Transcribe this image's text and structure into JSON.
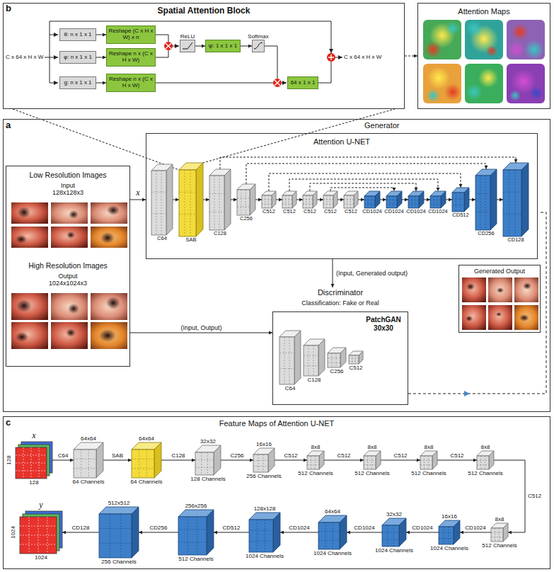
{
  "diagram": {
    "nodes": [
      {
        "text": [
          "Spatial Attention Block"
        ]
      },
      {
        "text": [
          "θ: n x 1 x 1"
        ],
        "in": 0
      },
      {
        "text": [
          "φ: n x 1 x 1"
        ],
        "in": 0
      },
      {
        "text": [
          "g: n x 1 x 1"
        ],
        "in": 0
      },
      {
        "text": [
          "Reshape (C x H x W) x n"
        ],
        "in": 0
      },
      {
        "text": [
          "Reshape n x (C x H x W)"
        ],
        "in": 0
      },
      {
        "text": [
          "Reshape n x (C x H x W)"
        ],
        "in": 0
      },
      {
        "text": [
          "ReLU"
        ],
        "in": 0
      },
      {
        "text": [
          "ψ: 1 x 1 x 1"
        ],
        "in": 0
      },
      {
        "text": [
          "Softmax"
        ],
        "in": 0
      },
      {
        "text": [
          "64 x 1 x 1"
        ],
        "in": 0
      },
      {
        "text": [
          "Attention Maps"
        ]
      },
      {
        "text": [
          "Generator"
        ]
      },
      {
        "text": [
          "Low Resolution Images",
          "Input 128x128x3",
          "High Resolution Images",
          "Output 1024x1024x3"
        ],
        "in": 12
      },
      {
        "text": [
          "Attention U-NET"
        ],
        "in": 12
      },
      {
        "text": [
          "C64"
        ],
        "in": 14
      },
      {
        "text": [
          "SAB"
        ],
        "in": 14
      },
      {
        "text": [
          "C128"
        ],
        "in": 14
      },
      {
        "text": [
          "C256"
        ],
        "in": 14
      },
      {
        "text": [
          "C512"
        ],
        "in": 14
      },
      {
        "text": [
          "C512"
        ],
        "in": 14
      },
      {
        "text": [
          "C512"
        ],
        "in": 14
      },
      {
        "text": [
          "C512"
        ],
        "in": 14
      },
      {
        "text": [
          "C512"
        ],
        "in": 14
      },
      {
        "text": [
          "CD1024"
        ],
        "in": 14
      },
      {
        "text": [
          "CD1024"
        ],
        "in": 14
      },
      {
        "text": [
          "CD1024"
        ],
        "in": 14
      },
      {
        "text": [
          "CD1024"
        ],
        "in": 14
      },
      {
        "text": [
          "CD512"
        ],
        "in": 14
      },
      {
        "text": [
          "CD256"
        ],
        "in": 14
      },
      {
        "text": [
          "CD128"
        ],
        "in": 14
      },
      {
        "text": [
          "Discriminator",
          "Classification: Fake or Real",
          "PatchGAN 30x30"
        ],
        "in": 12
      },
      {
        "text": [
          "C64"
        ],
        "in": 31
      },
      {
        "text": [
          "C128"
        ],
        "in": 31
      },
      {
        "text": [
          "C256"
        ],
        "in": 31
      },
      {
        "text": [
          "C512"
        ],
        "in": 31
      },
      {
        "text": [
          "Generated Output"
        ],
        "in": 12
      },
      {
        "text": [
          "Feature Maps of Attention U-NET"
        ]
      },
      {
        "text": [
          "x",
          "128",
          "128"
        ],
        "in": 37
      },
      {
        "text": [
          "64x64",
          "64 Channels"
        ],
        "in": 37
      },
      {
        "text": [
          "64x64",
          "64 Channels"
        ],
        "in": 37
      },
      {
        "text": [
          "32x32",
          "128 Channels"
        ],
        "in": 37
      },
      {
        "text": [
          "16x16",
          "256 Channels"
        ],
        "in": 37
      },
      {
        "text": [
          "8x8",
          "512 Channels"
        ],
        "in": 37
      },
      {
        "text": [
          "8x8",
          "512 Channels"
        ],
        "in": 37
      },
      {
        "text": [
          "8x8",
          "512 Channels"
        ],
        "in": 37
      },
      {
        "text": [
          "8x8",
          "512 Channels"
        ],
        "in": 37
      },
      {
        "text": [
          "y",
          "1024",
          "1024"
        ],
        "in": 37
      },
      {
        "text": [
          "512x512",
          "256 Channels"
        ],
        "in": 37
      },
      {
        "text": [
          "256x256",
          "512 Channels"
        ],
        "in": 37
      },
      {
        "text": [
          "128x128",
          "1024 Channels"
        ],
        "in": 37
      },
      {
        "text": [
          "64x64",
          "1024 Channels"
        ],
        "in": 37
      },
      {
        "text": [
          "32x32",
          "1024 Channels"
        ],
        "in": 37
      },
      {
        "text": [
          "16x16",
          "1024 Channels"
        ],
        "in": 37
      },
      {
        "text": [
          "8x8",
          "512 Channels"
        ],
        "in": 37
      }
    ],
    "edges": [
      {
        "from": 1,
        "to": 4,
        "arrow": "to"
      },
      {
        "from": 2,
        "to": 5,
        "arrow": "to"
      },
      {
        "from": 3,
        "to": 6,
        "arrow": "to"
      },
      {
        "from": 7,
        "to": 8,
        "arrow": "to"
      },
      {
        "from": 8,
        "to": 9,
        "arrow": "to"
      },
      {
        "from": 0,
        "to": 11,
        "arrow": "to"
      },
      {
        "from": 0,
        "to": 16,
        "arrow": "none"
      },
      {
        "from": 13,
        "to": 14,
        "label": "x",
        "arrow": "to"
      },
      {
        "from": 15,
        "to": 16,
        "arrow": "to"
      },
      {
        "from": 16,
        "to": 17,
        "arrow": "to"
      },
      {
        "from": 17,
        "to": 18,
        "arrow": "to"
      },
      {
        "from": 18,
        "to": 19,
        "arrow": "to"
      },
      {
        "from": 19,
        "to": 20,
        "arrow": "to"
      },
      {
        "from": 20,
        "to": 21,
        "arrow": "to"
      },
      {
        "from": 21,
        "to": 22,
        "arrow": "to"
      },
      {
        "from": 22,
        "to": 23,
        "arrow": "to"
      },
      {
        "from": 23,
        "to": 24,
        "arrow": "to"
      },
      {
        "from": 24,
        "to": 25,
        "arrow": "to"
      },
      {
        "from": 25,
        "to": 26,
        "arrow": "to"
      },
      {
        "from": 26,
        "to": 27,
        "arrow": "to"
      },
      {
        "from": 27,
        "to": 28,
        "arrow": "to"
      },
      {
        "from": 28,
        "to": 29,
        "arrow": "to"
      },
      {
        "from": 29,
        "to": 30,
        "arrow": "to"
      },
      {
        "from": 17,
        "to": 30,
        "arrow": "to"
      },
      {
        "from": 18,
        "to": 29,
        "arrow": "to"
      },
      {
        "from": 19,
        "to": 28,
        "arrow": "to"
      },
      {
        "from": 20,
        "to": 27,
        "arrow": "to"
      },
      {
        "from": 21,
        "to": 26,
        "arrow": "to"
      },
      {
        "from": 22,
        "to": 25,
        "arrow": "to"
      },
      {
        "from": 14,
        "to": 31,
        "label": "(Input, Generated output)",
        "arrow": "to"
      },
      {
        "from": 13,
        "to": 31,
        "label": "(Input, Output)",
        "arrow": "to"
      },
      {
        "from": 38,
        "to": 39,
        "label": "C64",
        "arrow": "to"
      },
      {
        "from": 39,
        "to": 40,
        "label": "SAB",
        "arrow": "to"
      },
      {
        "from": 40,
        "to": 41,
        "label": "C128",
        "arrow": "to"
      },
      {
        "from": 41,
        "to": 42,
        "label": "C256",
        "arrow": "to"
      },
      {
        "from": 42,
        "to": 43,
        "label": "C512",
        "arrow": "to"
      },
      {
        "from": 43,
        "to": 44,
        "label": "C512",
        "arrow": "to"
      },
      {
        "from": 44,
        "to": 45,
        "label": "C512",
        "arrow": "to"
      },
      {
        "from": 45,
        "to": 46,
        "label": "C512",
        "arrow": "to"
      },
      {
        "from": 46,
        "to": 54,
        "label": "C512",
        "arrow": "to"
      },
      {
        "from": 54,
        "to": 53,
        "label": "CD1024",
        "arrow": "to"
      },
      {
        "from": 53,
        "to": 52,
        "label": "CD1024",
        "arrow": "to"
      },
      {
        "from": 52,
        "to": 51,
        "label": "CD1024",
        "arrow": "to"
      },
      {
        "from": 51,
        "to": 50,
        "label": "CD1024",
        "arrow": "to"
      },
      {
        "from": 50,
        "to": 49,
        "label": "CD512",
        "arrow": "to"
      },
      {
        "from": 49,
        "to": 48,
        "label": "CD256",
        "arrow": "to"
      },
      {
        "from": 48,
        "to": 47,
        "label": "CD128",
        "arrow": "to"
      }
    ],
    "labels": [
      "b",
      "C x 64 x H x W",
      "C x 64 x H x W",
      "a",
      "c"
    ]
  }
}
